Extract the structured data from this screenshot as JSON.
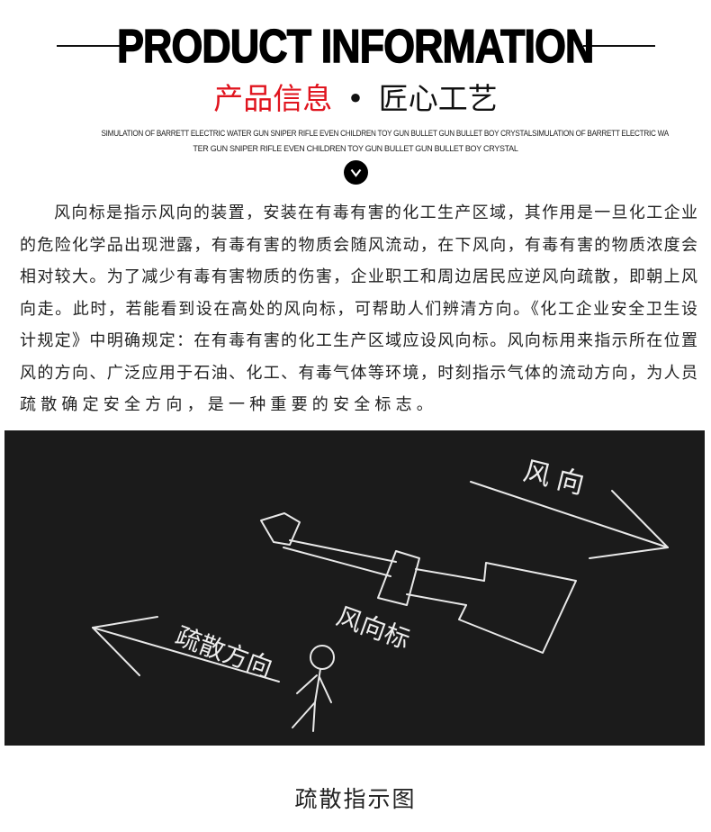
{
  "header": {
    "title": "PRODUCT INFORMATION",
    "subtitle_red": "产品信息",
    "subtitle_dot": "•",
    "subtitle_black": "匠心工艺",
    "english_line1": "SIMULATION OF BARRETT ELECTRIC WATER GUN SNIPER RIFLE EVEN CHILDREN TOY GUN BULLET GUN BULLET BOY CRYSTALSIMULATION OF BARRETT ELECTRIC WA",
    "english_line2": "TER GUN SNIPER RIFLE EVEN CHILDREN TOY GUN BULLET GUN BULLET BOY CRYSTAL"
  },
  "body": {
    "lines": [
      "风向标是指示风向的装置，安装在有毒有害的化工生产区域，其作用是一旦化工企业",
      "的危险化学品出现泄露，有毒有害的物质会随风流动，在下风向，有毒有害的物质浓度会",
      "相对较大。为了减少有毒有害物质的伤害，企业职工和周边居民应逆风向疏散，即朝上风",
      "向走。此时，若能看到设在高处的风向标，可帮助人们辨清方向。《化工企业安全卫生设",
      "计规定》中明确规定：在有毒有害的化工生产区域应设风向标。风向标用来指示所在位置",
      "风的方向、广泛应用于石油、化工、有毒气体等环境，时刻指示气体的流动方向，为人员",
      "疏散确定安全方向，是一种重要的安全标志。"
    ]
  },
  "diagram": {
    "wind_direction_label": "风向",
    "wind_vane_label": "风向标",
    "evacuation_label": "疏散方向",
    "caption": "疏散指示图"
  },
  "colors": {
    "accent_red": "#e0141e",
    "diagram_bg": "#1b1b1b"
  }
}
